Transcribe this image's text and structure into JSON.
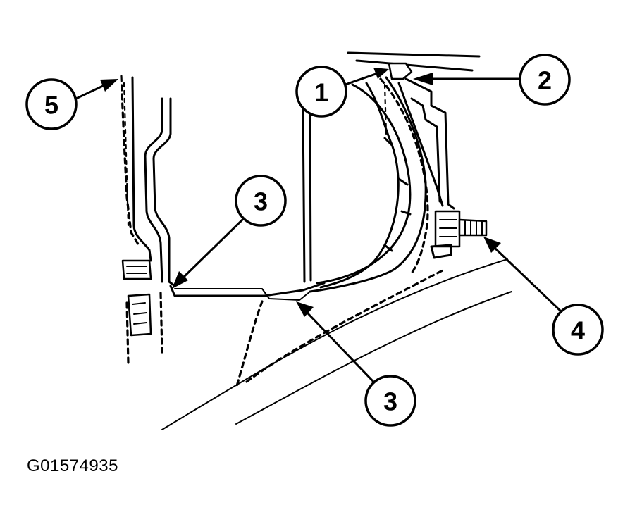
{
  "figure": {
    "id": "G01574935",
    "callouts": [
      {
        "label": "1"
      },
      {
        "label": "2"
      },
      {
        "label": "3"
      },
      {
        "label": "3"
      },
      {
        "label": "4"
      },
      {
        "label": "5"
      }
    ]
  }
}
